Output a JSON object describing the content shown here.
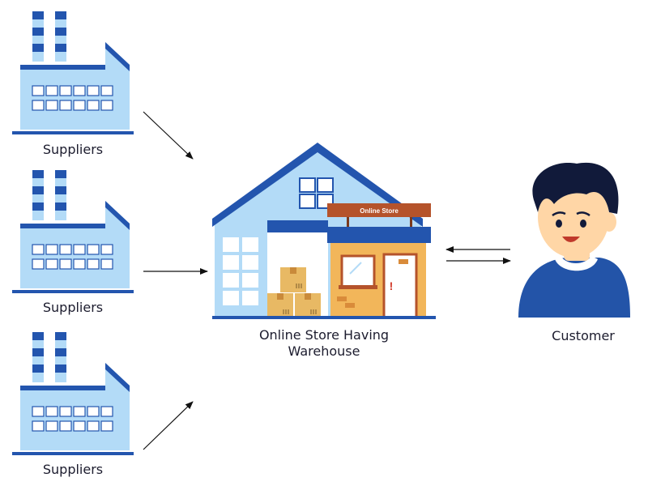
{
  "suppliers": [
    {
      "label": "Suppliers"
    },
    {
      "label": "Suppliers"
    },
    {
      "label": "Suppliers"
    }
  ],
  "store": {
    "label_line1": "Online Store Having",
    "label_line2": "Warehouse",
    "sign": "Online Store",
    "door_mark": "!"
  },
  "customer": {
    "label": "Customer"
  },
  "colors": {
    "factory_fill": "#b3dbf7",
    "factory_dark": "#2355ae",
    "store_orange": "#f2b65a",
    "sign_brown": "#b5532b",
    "box": "#e8b964",
    "shirt": "#2354a8",
    "hair": "#111a3a",
    "skin": "#ffd6a6",
    "arrow": "#111111"
  },
  "icons": [
    "factory-icon",
    "warehouse-icon",
    "store-icon",
    "customer-icon",
    "arrow-icon"
  ]
}
